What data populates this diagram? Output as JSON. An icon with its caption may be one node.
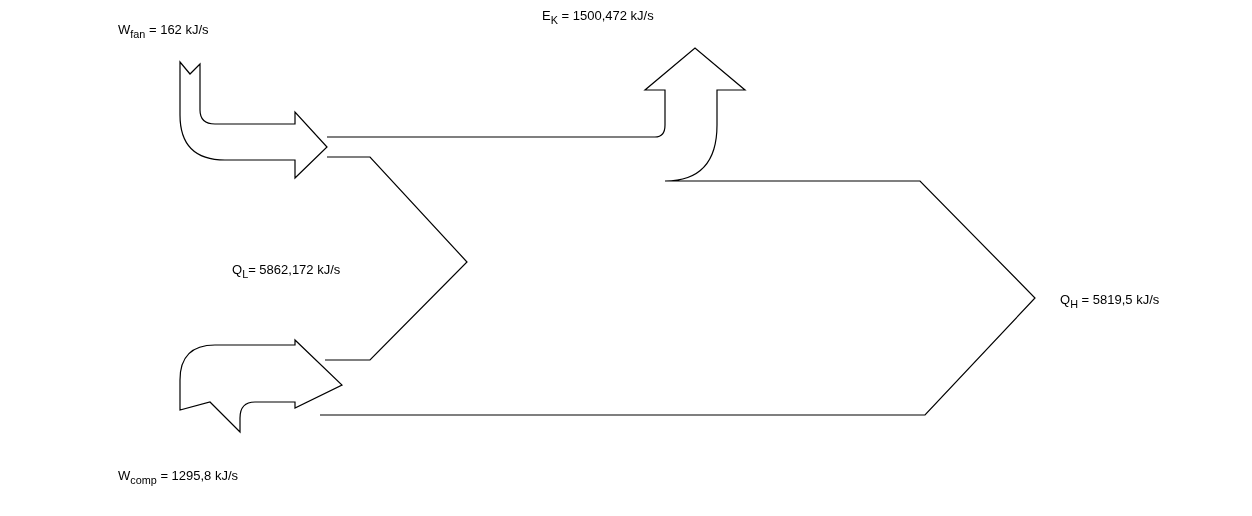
{
  "diagram": {
    "labels": [
      "W$_{fan}$ = 162 kJ/s",
      "E$_{K}$ = 1500,472 kJ/s",
      "Q$_{L}$= 5862,172 kJ/s",
      "Q$_{H}$ = 5819,5 kJ/s",
      "W$_{comp}$ = 1295,8 kJ/s"
    ]
  }
}
